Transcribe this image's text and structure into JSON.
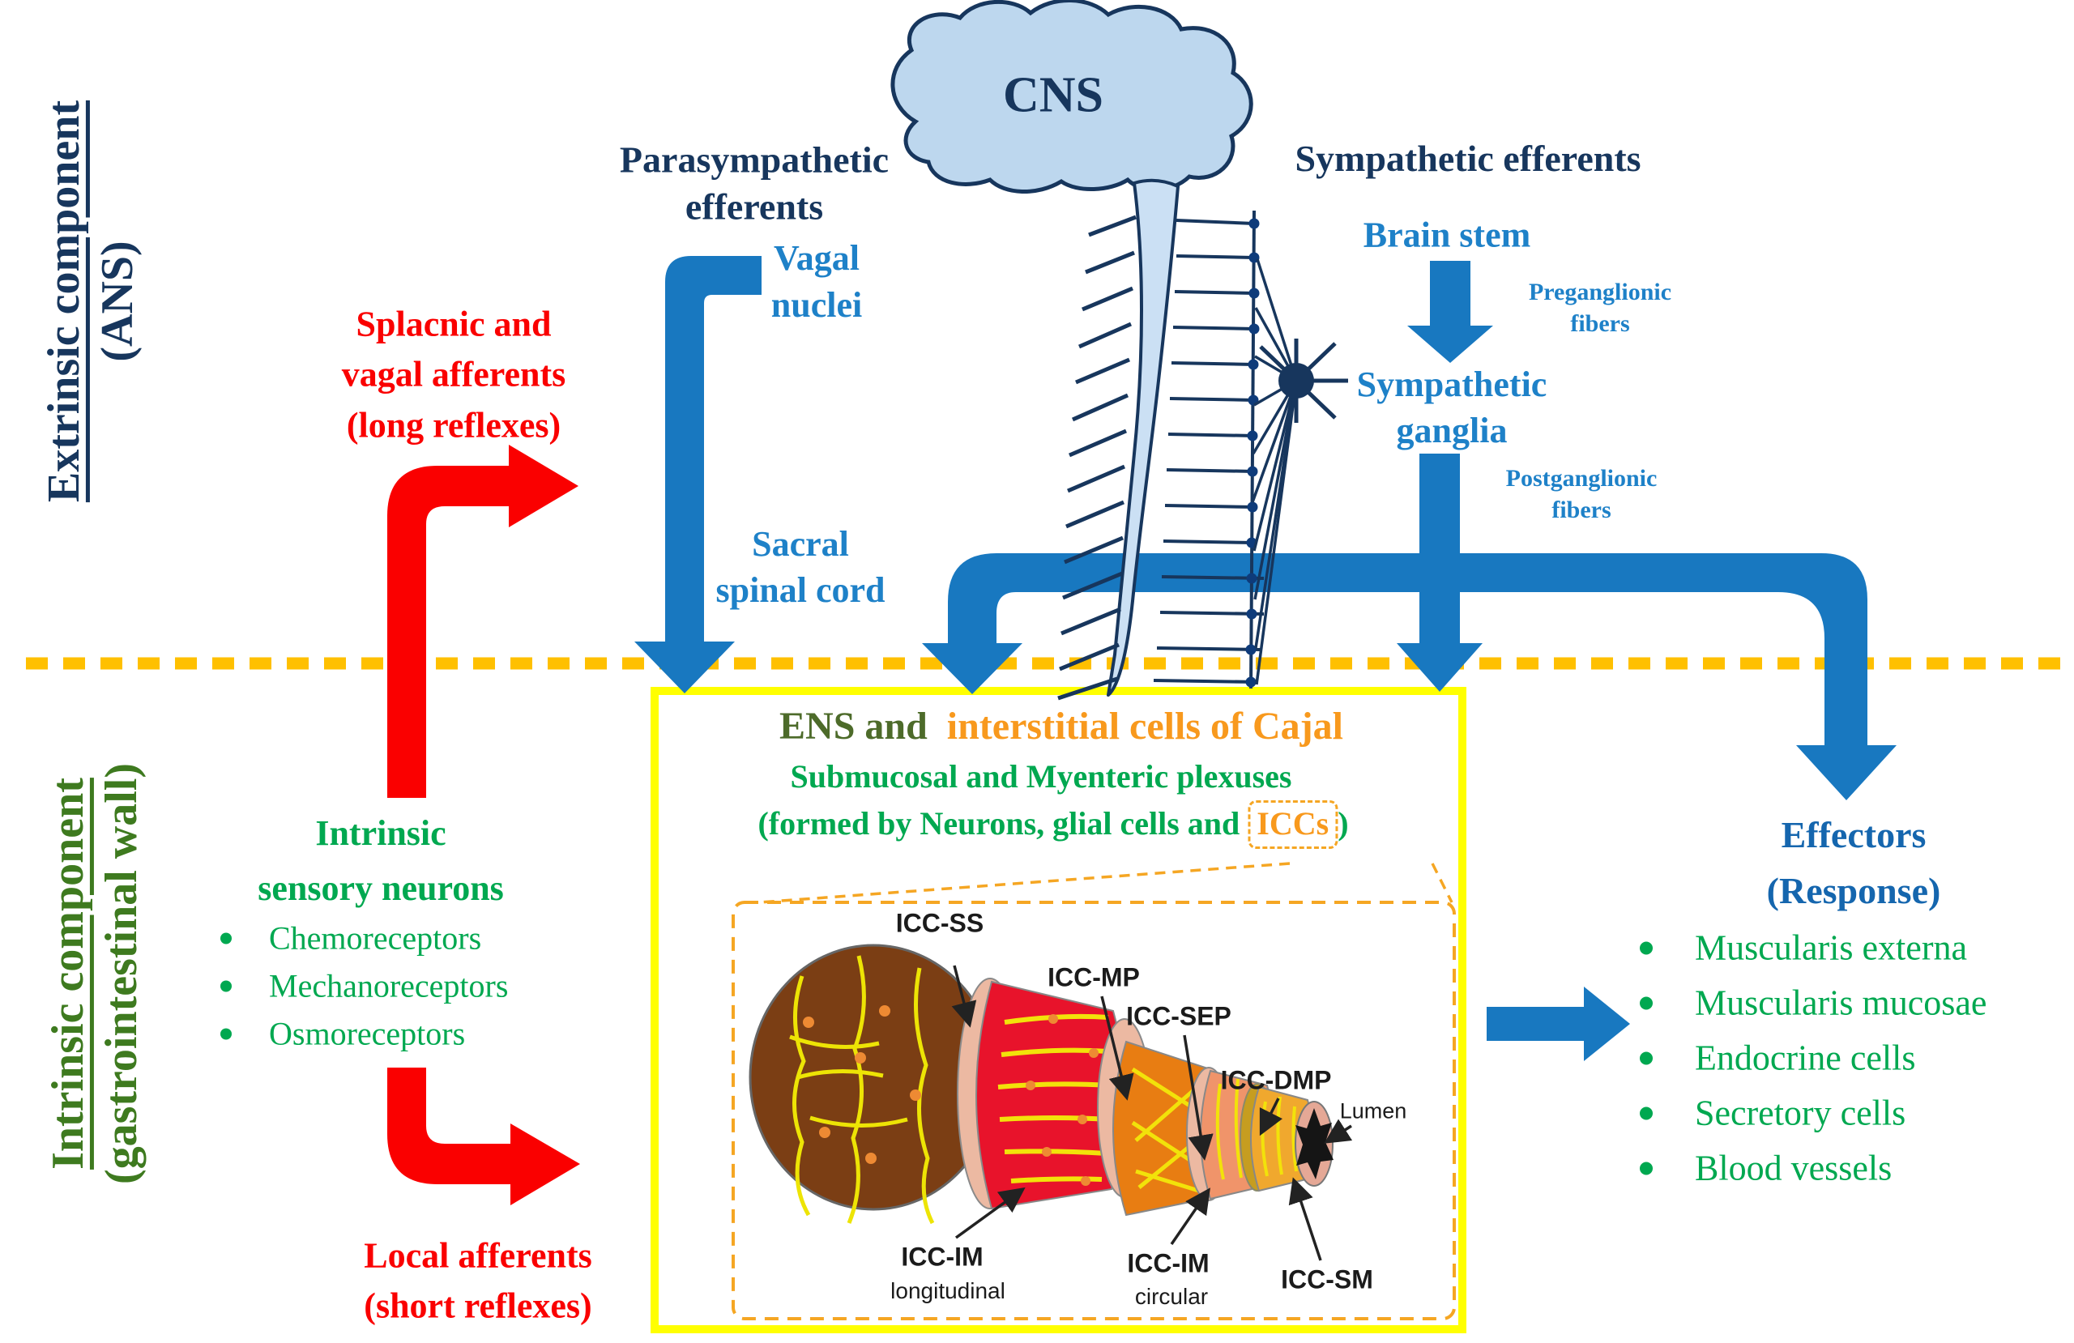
{
  "colors": {
    "navy": "#17365D",
    "arrow_blue": "#1878C0",
    "light_blue_text": "#1E81C8",
    "effectors_blue": "#1566AE",
    "red": "#FA0000",
    "bright_green": "#00A850",
    "rotated_green": "#3E7A1F",
    "ens_dark_green": "#4D6B2A",
    "orange": "#F8991D",
    "callout_orange": "#F5A623",
    "divider_orange": "#FFC000",
    "box_yellow": "#FFFF00",
    "cns_fill": "#BDD7EE"
  },
  "extrinsic": {
    "lines": [
      "Extrinsic component",
      "(ANS)"
    ]
  },
  "intrinsic": {
    "lines": [
      "Intrinsic component",
      "(gastrointestinal wall)"
    ]
  },
  "cns_label": "CNS",
  "parasympathetic": {
    "lines": [
      "Parasympathetic",
      "efferents"
    ]
  },
  "sympathetic_efferents": "Sympathetic efferents",
  "vagal_nuclei": {
    "lines": [
      "Vagal",
      "nuclei"
    ]
  },
  "brain_stem": "Brain stem",
  "preganglionic": {
    "lines": [
      "Preganglionic",
      "fibers"
    ]
  },
  "sympathetic_ganglia": {
    "lines": [
      "Sympathetic",
      "ganglia"
    ]
  },
  "postganglionic": {
    "lines": [
      "Postganglionic",
      "fibers"
    ]
  },
  "sacral": {
    "lines": [
      "Sacral",
      "spinal cord"
    ]
  },
  "long_reflex": {
    "lines": [
      "Splacnic and",
      "vagal afferents",
      "(long reflexes)"
    ]
  },
  "short_reflex": {
    "lines": [
      "Local afferents",
      "(short reflexes)"
    ]
  },
  "intrinsic_neurons": {
    "title_lines": [
      "Intrinsic",
      "sensory neurons"
    ],
    "items": [
      "Chemoreceptors",
      "Mechanoreceptors",
      "Osmoreceptors"
    ]
  },
  "ens_box": {
    "title_dark": "ENS and",
    "title_orange": "interstitial cells of Cajal",
    "subtitle": "Submucosal and Myenteric plexuses",
    "formed_pre": "(formed by Neurons, glial cells and",
    "formed_icc": "ICCs",
    "formed_post": ")"
  },
  "icc_figure": {
    "ss": "ICC-SS",
    "mp": "ICC-MP",
    "sep": "ICC-SEP",
    "dmp": "ICC-DMP",
    "lumen": "Lumen",
    "im_long": [
      "ICC-IM",
      "longitudinal"
    ],
    "im_circ": [
      "ICC-IM",
      "circular"
    ],
    "sm": "ICC-SM"
  },
  "effectors": {
    "title_lines": [
      "Effectors",
      "(Response)"
    ],
    "items": [
      "Muscularis externa",
      "Muscularis mucosae",
      "Endocrine cells",
      "Secretory cells",
      "Blood vessels"
    ]
  }
}
